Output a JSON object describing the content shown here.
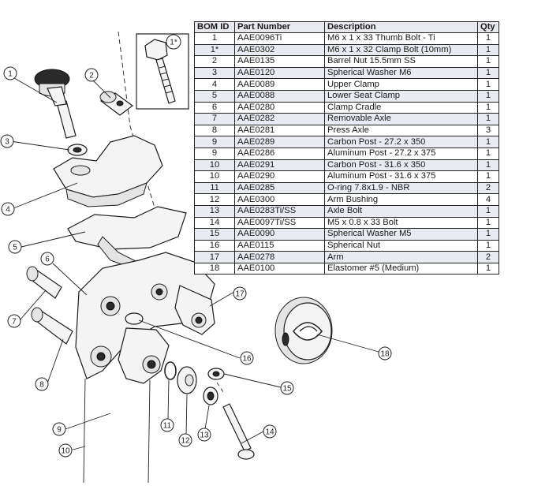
{
  "bom": {
    "headers": [
      "BOM ID",
      "Part Number",
      "Description",
      "Qty"
    ],
    "rows": [
      {
        "id": "1",
        "pn": "AAE0096Ti",
        "desc": "M6 x 1 x 33 Thumb Bolt - Ti",
        "qty": "1"
      },
      {
        "id": "1*",
        "pn": "AAE0302",
        "desc": "M6 x 1 x 32 Clamp Bolt (10mm)",
        "qty": "1"
      },
      {
        "id": "2",
        "pn": "AAE0135",
        "desc": "Barrel Nut 15.5mm SS",
        "qty": "1"
      },
      {
        "id": "3",
        "pn": "AAE0120",
        "desc": "Spherical Washer M6",
        "qty": "1"
      },
      {
        "id": "4",
        "pn": "AAE0089",
        "desc": "Upper Clamp",
        "qty": "1"
      },
      {
        "id": "5",
        "pn": "AAE0088",
        "desc": "Lower Seat Clamp",
        "qty": "1"
      },
      {
        "id": "6",
        "pn": "AAE0280",
        "desc": "Clamp Cradle",
        "qty": "1"
      },
      {
        "id": "7",
        "pn": "AAE0282",
        "desc": "Removable Axle",
        "qty": "1"
      },
      {
        "id": "8",
        "pn": "AAE0281",
        "desc": "Press Axle",
        "qty": "3"
      },
      {
        "id": "9",
        "pn": "AAE0289",
        "desc": "Carbon Post - 27.2 x 350",
        "qty": "1"
      },
      {
        "id": "9",
        "pn": "AAE0286",
        "desc": "Aluminum Post - 27.2 x 375",
        "qty": "1"
      },
      {
        "id": "10",
        "pn": "AAE0291",
        "desc": "Carbon Post - 31.6 x 350",
        "qty": "1"
      },
      {
        "id": "10",
        "pn": "AAE0290",
        "desc": "Aluminum Post - 31.6 x 375",
        "qty": "1"
      },
      {
        "id": "11",
        "pn": "AAE0285",
        "desc": "O-ring 7.8x1.9 - NBR",
        "qty": "2"
      },
      {
        "id": "12",
        "pn": "AAE0300",
        "desc": "Arm Bushing",
        "qty": "4"
      },
      {
        "id": "13",
        "pn": "AAE0283Ti/SS",
        "desc": "Axle Bolt",
        "qty": "1"
      },
      {
        "id": "14",
        "pn": "AAE0097Ti/SS",
        "desc": "M5 x 0.8 x 33 Bolt",
        "qty": "1"
      },
      {
        "id": "15",
        "pn": "AAE0090",
        "desc": "Spherical Washer M5",
        "qty": "1"
      },
      {
        "id": "16",
        "pn": "AAE0115",
        "desc": "Spherical Nut",
        "qty": "1"
      },
      {
        "id": "17",
        "pn": "AAE0278",
        "desc": "Arm",
        "qty": "2"
      },
      {
        "id": "18",
        "pn": "AAE0100",
        "desc": "Elastomer #5 (Medium)",
        "qty": "1"
      }
    ]
  },
  "callouts": {
    "c1": "1",
    "c1star": "1*",
    "c2": "2",
    "c3": "3",
    "c4": "4",
    "c5": "5",
    "c6": "6",
    "c7": "7",
    "c8": "8",
    "c9": "9",
    "c10": "10",
    "c11": "11",
    "c12": "12",
    "c13": "13",
    "c14": "14",
    "c15": "15",
    "c16": "16",
    "c17": "17",
    "c18": "18"
  }
}
